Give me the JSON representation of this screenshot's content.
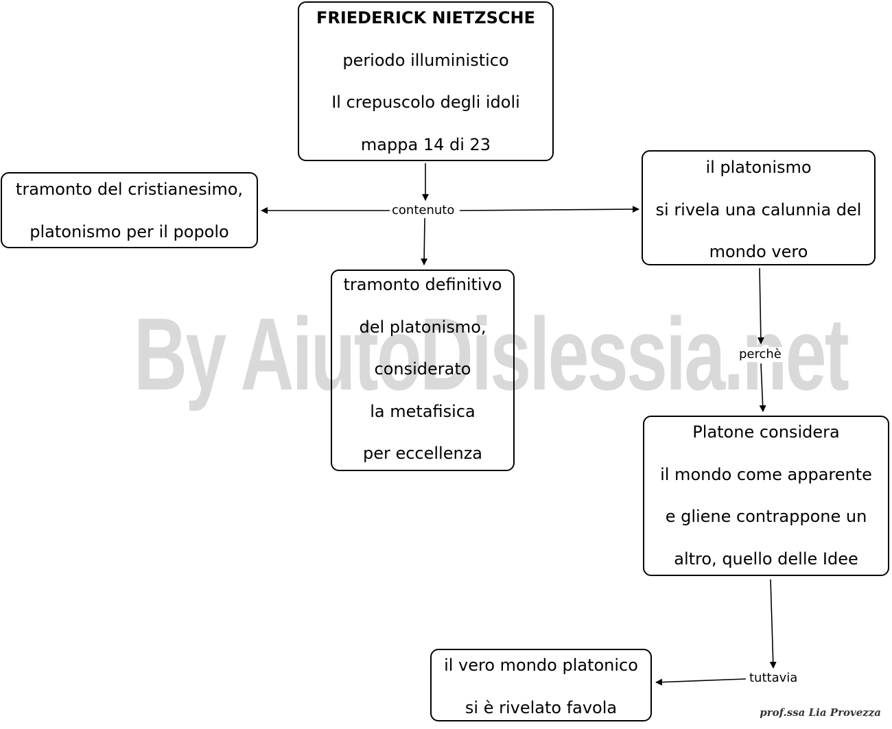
{
  "watermark": "By AiutoDislessia.net",
  "nodes": {
    "title": [
      "FRIEDERICK NIETZSCHE",
      "periodo illuministico",
      "Il crepuscolo degli idoli",
      "mappa 14 di 23"
    ],
    "left": [
      "tramonto del cristianesimo,",
      "platonismo per il popolo"
    ],
    "center": [
      "tramonto definitivo",
      "del platonismo,",
      "considerato",
      "la metafisica",
      "per eccellenza"
    ],
    "right": [
      "il platonismo",
      "si rivela una calunnia del",
      "mondo vero"
    ],
    "platone": [
      "Platone considera",
      " il mondo come apparente",
      "e gliene contrappone un",
      "altro, quello delle Idee"
    ],
    "bottom": [
      "il vero mondo platonico",
      "si è rivelato favola"
    ]
  },
  "edge_labels": {
    "contenuto": "contenuto",
    "perche": "perchè",
    "tuttavia": "tuttavia"
  },
  "signature": "prof.ssa Lia Provezza"
}
